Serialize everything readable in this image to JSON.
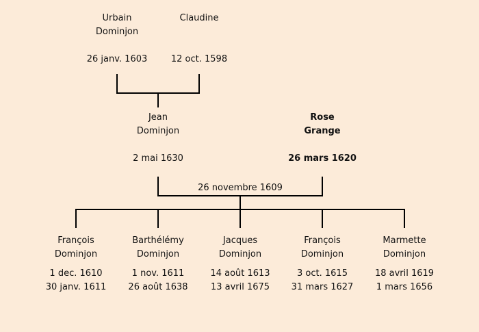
{
  "grandparents": [
    {
      "first": "Urbain",
      "last": "Dominjon",
      "date": "26 janv. 1603"
    },
    {
      "first": "Claudine",
      "last": "",
      "date": "12 oct. 1598"
    }
  ],
  "parents": [
    {
      "first": "Jean",
      "last": "Dominjon",
      "date": "2 mai 1630"
    },
    {
      "first": "Rose",
      "last": "Grange",
      "date": "26 mars 1620"
    }
  ],
  "marriage_date": "26 novembre 1609",
  "children": [
    {
      "first": "François",
      "last": "Dominjon",
      "birth": "1 dec. 1610",
      "death": "30 janv. 1611"
    },
    {
      "first": "Barthélémy",
      "last": "Dominjon",
      "birth": "1 nov. 1611",
      "death": "26 août 1638"
    },
    {
      "first": "Jacques",
      "last": "Dominjon",
      "birth": "14 août 1613",
      "death": "13 avril 1675"
    },
    {
      "first": "François",
      "last": "Dominjon",
      "birth": "3 oct. 1615",
      "death": "31 mars 1627"
    },
    {
      "first": "Marmette",
      "last": "Dominjon",
      "birth": "18 avril 1619",
      "death": "1 mars 1656"
    }
  ],
  "colors": {
    "background": "#fcebd9",
    "line": "#000000",
    "text": "#111111"
  }
}
